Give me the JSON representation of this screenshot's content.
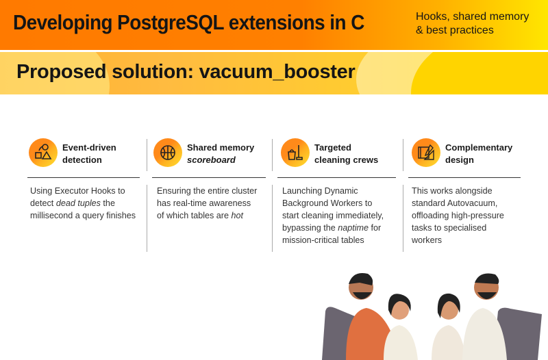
{
  "header": {
    "title": "Developing PostgreSQL extensions in C",
    "subtitle_line1": "Hooks, shared memory",
    "subtitle_line2": "& best practices"
  },
  "section_title": "Proposed solution: vacuum_booster",
  "columns": [
    {
      "icon": "shapes-icon",
      "head1": "Event-driven",
      "head2": "detection",
      "head2_italic": false,
      "lines": [
        [
          "Using Executor Hooks to",
          "",
          ""
        ],
        [
          "detect ",
          "dead tuples",
          " the"
        ],
        [
          "millisecond a query finishes",
          "",
          ""
        ]
      ]
    },
    {
      "icon": "basketball-icon",
      "head1": "Shared memory",
      "head2": "scoreboard",
      "head2_italic": true,
      "lines": [
        [
          "Ensuring the entire cluster",
          "",
          ""
        ],
        [
          "has real-time awareness",
          "",
          ""
        ],
        [
          "of which tables are ",
          "hot",
          ""
        ]
      ]
    },
    {
      "icon": "bucket-mop-icon",
      "head1": "Targeted",
      "head2": "cleaning crews",
      "head2_italic": false,
      "lines": [
        [
          "Launching Dynamic",
          "",
          ""
        ],
        [
          "Background Workers to",
          "",
          ""
        ],
        [
          "start cleaning immediately,",
          "",
          ""
        ],
        [
          "bypassing the ",
          "naptime",
          " for"
        ],
        [
          "mission-critical tables",
          "",
          ""
        ]
      ]
    },
    {
      "icon": "blueprint-icon",
      "head1": "Complementary",
      "head2": "design",
      "head2_italic": false,
      "lines": [
        [
          "This works alongside",
          "",
          ""
        ],
        [
          "standard Autovacuum,",
          "",
          ""
        ],
        [
          "offloading high-pressure",
          "",
          ""
        ],
        [
          "tasks to specialised",
          "",
          ""
        ],
        [
          "workers",
          "",
          ""
        ]
      ]
    }
  ],
  "colors": {
    "orange": "#ff7a00",
    "yellow": "#ffe600"
  }
}
